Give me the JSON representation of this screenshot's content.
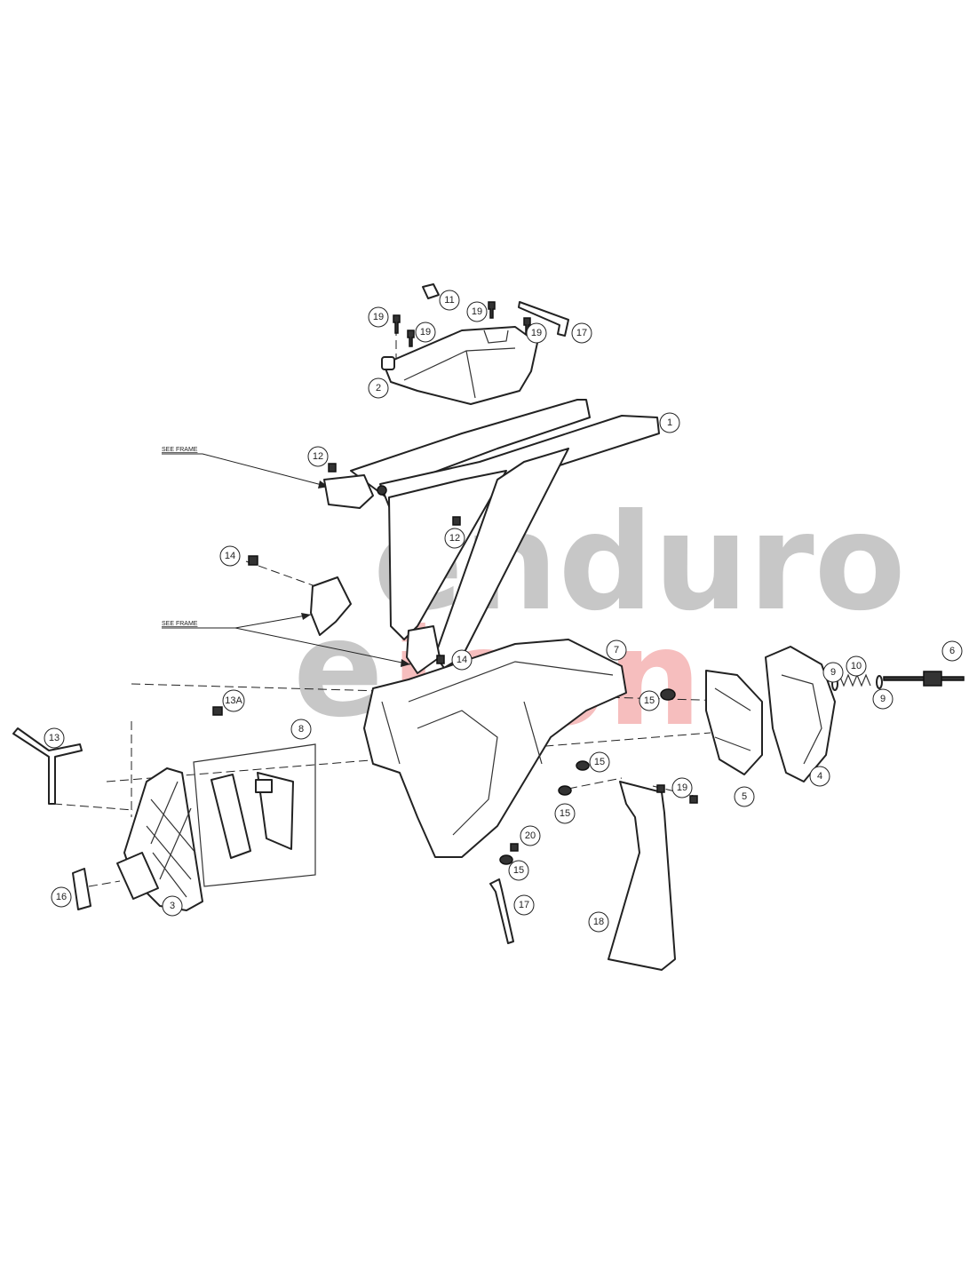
{
  "references": {
    "see_frame_top": "SEE FRAME",
    "see_frame_bottom": "SEE FRAME"
  },
  "watermark": {
    "top": "enduro",
    "bottom": "e",
    "bottom_red": "icon",
    "colors": {
      "grey": "#9a9a9a",
      "red": "#f08a8a"
    }
  },
  "callouts": [
    {
      "id": "c-11",
      "label": "11"
    },
    {
      "id": "c-19a",
      "label": "19"
    },
    {
      "id": "c-19b",
      "label": "19"
    },
    {
      "id": "c-19c",
      "label": "19"
    },
    {
      "id": "c-19d",
      "label": "19"
    },
    {
      "id": "c-17a",
      "label": "17"
    },
    {
      "id": "c-2",
      "label": "2"
    },
    {
      "id": "c-1",
      "label": "1"
    },
    {
      "id": "c-12a",
      "label": "12"
    },
    {
      "id": "c-12b",
      "label": "12"
    },
    {
      "id": "c-14a",
      "label": "14"
    },
    {
      "id": "c-14b",
      "label": "14"
    },
    {
      "id": "c-7",
      "label": "7"
    },
    {
      "id": "c-6",
      "label": "6"
    },
    {
      "id": "c-9a",
      "label": "9"
    },
    {
      "id": "c-10",
      "label": "10"
    },
    {
      "id": "c-9b",
      "label": "9"
    },
    {
      "id": "c-15a",
      "label": "15"
    },
    {
      "id": "c-13a",
      "label": "13A"
    },
    {
      "id": "c-13",
      "label": "13"
    },
    {
      "id": "c-8",
      "label": "8"
    },
    {
      "id": "c-15b",
      "label": "15"
    },
    {
      "id": "c-15c",
      "label": "15"
    },
    {
      "id": "c-19e",
      "label": "19"
    },
    {
      "id": "c-5",
      "label": "5"
    },
    {
      "id": "c-4",
      "label": "4"
    },
    {
      "id": "c-20",
      "label": "20"
    },
    {
      "id": "c-15d",
      "label": "15"
    },
    {
      "id": "c-16",
      "label": "16"
    },
    {
      "id": "c-3",
      "label": "3"
    },
    {
      "id": "c-17b",
      "label": "17"
    },
    {
      "id": "c-18",
      "label": "18"
    }
  ]
}
